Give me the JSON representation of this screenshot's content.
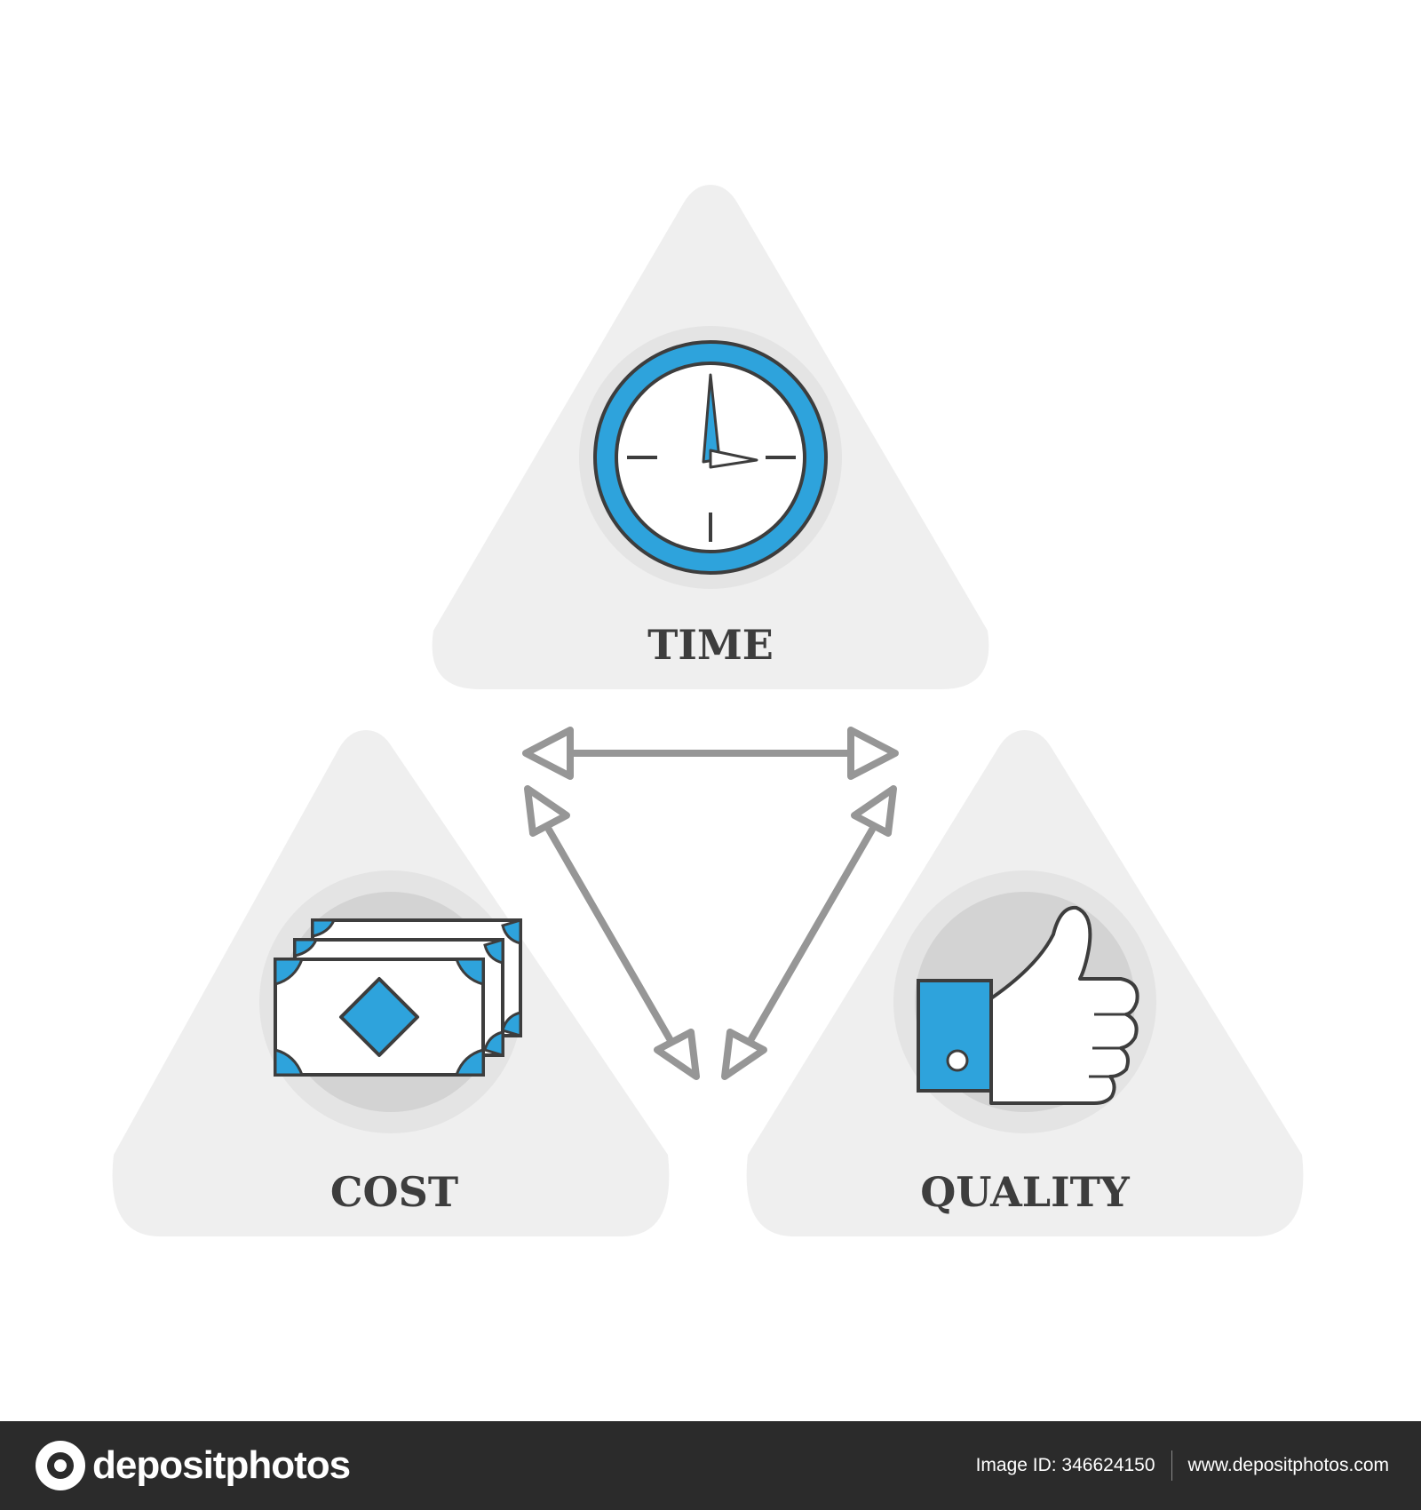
{
  "diagram": {
    "nodes": [
      {
        "id": "time",
        "label": "TIME",
        "icon": "clock-icon"
      },
      {
        "id": "cost",
        "label": "COST",
        "icon": "money-icon"
      },
      {
        "id": "quality",
        "label": "QUALITY",
        "icon": "thumbs-up-icon"
      }
    ],
    "edges": [
      {
        "from": "cost",
        "to": "quality",
        "type": "bidirectional-arrow"
      },
      {
        "from": "cost",
        "to": "time",
        "type": "bidirectional-arrow"
      },
      {
        "from": "quality",
        "to": "time",
        "type": "bidirectional-arrow"
      }
    ]
  },
  "colors": {
    "accent_blue": "#2ea3dc",
    "panel_gray": "#efefef",
    "arrow_gray": "#969696",
    "text_dark": "#3d3d3d",
    "footer_bg": "#2b2b2b"
  },
  "footer": {
    "brand": "depositphotos",
    "image_id": "Image ID: 346624150",
    "url": "www.depositphotos.com"
  }
}
